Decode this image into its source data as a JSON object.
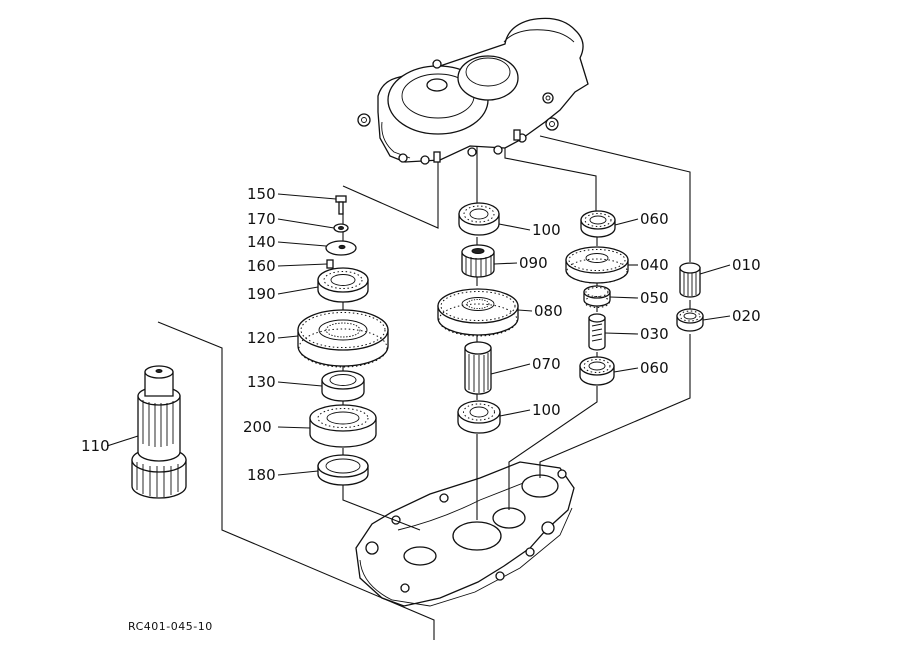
{
  "diagram": {
    "drawing_code": "RC401-045-10",
    "parts": [
      {
        "id": "p010",
        "label": "010"
      },
      {
        "id": "p020",
        "label": "020"
      },
      {
        "id": "p030",
        "label": "030"
      },
      {
        "id": "p040",
        "label": "040"
      },
      {
        "id": "p050",
        "label": "050"
      },
      {
        "id": "p060a",
        "label": "060"
      },
      {
        "id": "p060b",
        "label": "060"
      },
      {
        "id": "p070",
        "label": "070"
      },
      {
        "id": "p080",
        "label": "080"
      },
      {
        "id": "p090",
        "label": "090"
      },
      {
        "id": "p100a",
        "label": "100"
      },
      {
        "id": "p100b",
        "label": "100"
      },
      {
        "id": "p110",
        "label": "110"
      },
      {
        "id": "p120",
        "label": "120"
      },
      {
        "id": "p130",
        "label": "130"
      },
      {
        "id": "p140",
        "label": "140"
      },
      {
        "id": "p150",
        "label": "150"
      },
      {
        "id": "p160",
        "label": "160"
      },
      {
        "id": "p170",
        "label": "170"
      },
      {
        "id": "p180",
        "label": "180"
      },
      {
        "id": "p190",
        "label": "190"
      },
      {
        "id": "p200",
        "label": "200"
      }
    ]
  }
}
